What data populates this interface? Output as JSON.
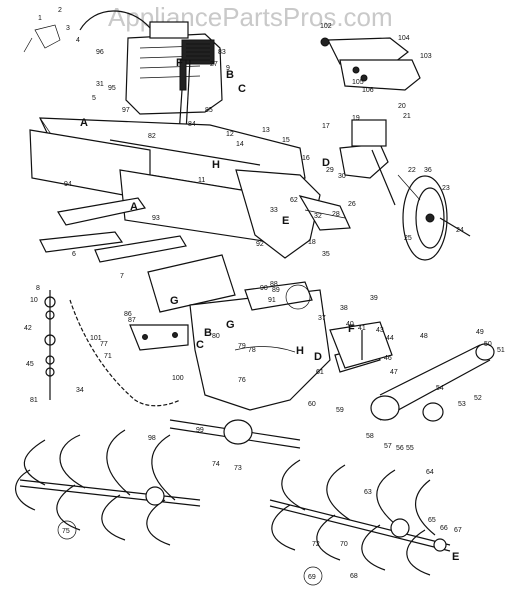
{
  "watermark": "AppliancePartsPros.com",
  "part_numbers": [
    "1",
    "2",
    "3",
    "4",
    "5",
    "6",
    "7",
    "8",
    "9",
    "10",
    "11",
    "12",
    "13",
    "14",
    "15",
    "16",
    "17",
    "18",
    "19",
    "20",
    "21",
    "22",
    "23",
    "24",
    "25",
    "26",
    "27",
    "28",
    "29",
    "30",
    "31",
    "32",
    "33",
    "34",
    "35",
    "36",
    "37",
    "38",
    "39",
    "40",
    "41",
    "42",
    "43",
    "44",
    "45",
    "46",
    "47",
    "48",
    "49",
    "50",
    "51",
    "52",
    "53",
    "54",
    "55",
    "56",
    "57",
    "58",
    "59",
    "60",
    "61",
    "62",
    "63",
    "64",
    "65",
    "66",
    "67",
    "68",
    "70",
    "71",
    "72",
    "73",
    "74",
    "76",
    "77",
    "78",
    "79",
    "80",
    "81",
    "82",
    "83",
    "84",
    "85",
    "86",
    "87",
    "88",
    "89",
    "90",
    "91",
    "92",
    "93",
    "94",
    "95",
    "96",
    "97",
    "98",
    "99",
    "100",
    "101",
    "102",
    "103",
    "104",
    "105",
    "106"
  ],
  "callout_letters": [
    "A",
    "B",
    "C",
    "D",
    "E",
    "F",
    "G",
    "H"
  ],
  "circled_numbers": [
    "69",
    "75"
  ]
}
